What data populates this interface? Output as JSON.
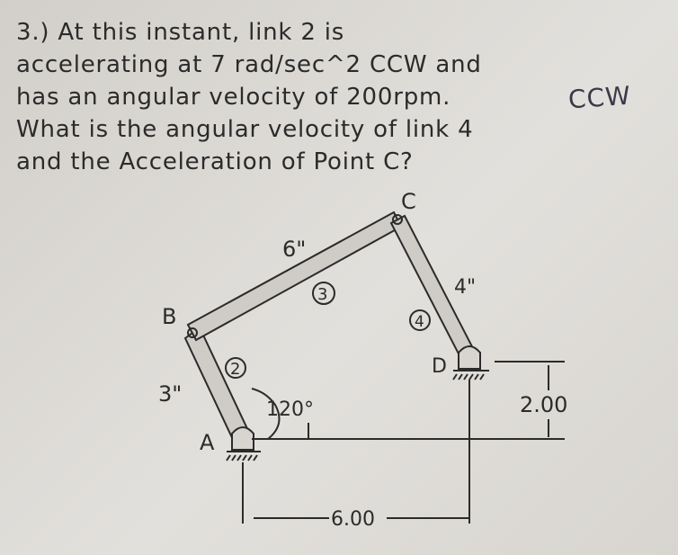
{
  "problem": {
    "lines": [
      "3.) At this instant, link 2 is",
      "accelerating at 7 rad/sec^2 CCW and",
      "has an angular velocity of 200rpm.",
      "What is the angular velocity of link 4",
      "and the Acceleration of Point C?"
    ],
    "handwritten_note": "CCW"
  },
  "diagram": {
    "points": {
      "a": "A",
      "b": "B",
      "c": "C",
      "d": "D"
    },
    "links": {
      "two": "2",
      "three": "3",
      "four": "4"
    },
    "dimensions": {
      "link2_length": "3\"",
      "link3_length": "6\"",
      "link4_length": "4\"",
      "angle": "120°",
      "horizontal": "6.00",
      "vertical": "2.00"
    }
  }
}
